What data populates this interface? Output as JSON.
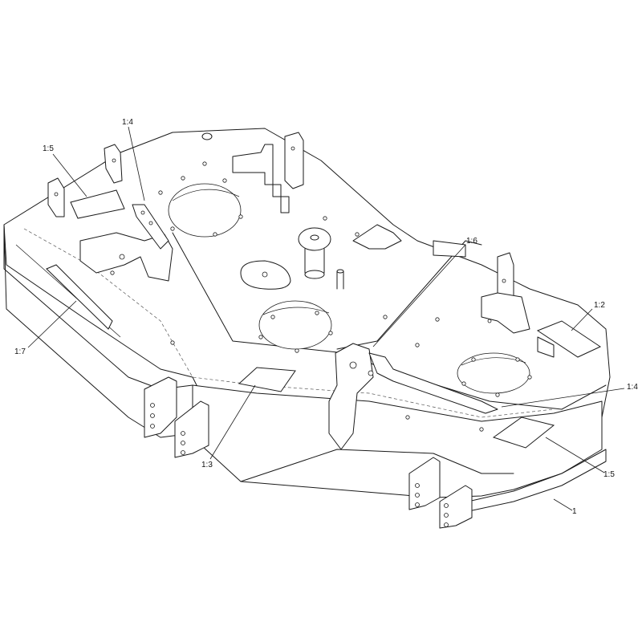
{
  "callouts": {
    "c1_4_top": "1:4",
    "c1_5_left": "1:5",
    "c1_6": "1:6",
    "c1_2": "1:2",
    "c1_7": "1:7",
    "c1_4_right": "1:4",
    "c1_3": "1:3",
    "c1_5_right": "1:5",
    "c1": "1"
  },
  "colors": {
    "line": "#1a1a1a",
    "background": "#ffffff"
  }
}
